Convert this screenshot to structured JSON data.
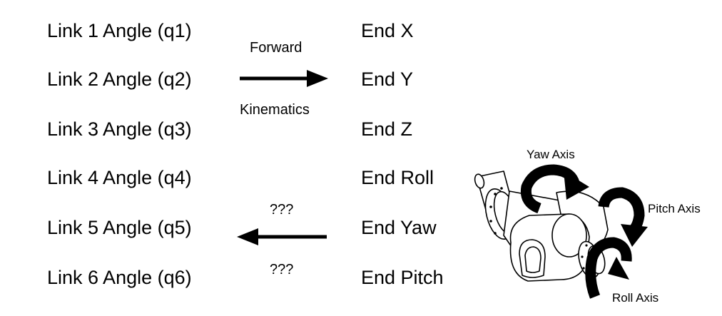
{
  "inputs": [
    {
      "label": "Link 1 Angle (q1)"
    },
    {
      "label": "Link 2 Angle (q2)"
    },
    {
      "label": "Link 3 Angle (q3)"
    },
    {
      "label": "Link 4 Angle (q4)"
    },
    {
      "label": "Link 5 Angle (q5)"
    },
    {
      "label": "Link 6 Angle (q6)"
    }
  ],
  "outputs": [
    {
      "label": "End X"
    },
    {
      "label": "End Y"
    },
    {
      "label": "End Z"
    },
    {
      "label": "End Roll"
    },
    {
      "label": "End Yaw"
    },
    {
      "label": "End Pitch"
    }
  ],
  "forward": {
    "line1": "Forward",
    "line2": "Kinematics"
  },
  "inverse": {
    "line1": "???",
    "line2": "???"
  },
  "axes": {
    "yaw": "Yaw Axis",
    "pitch": "Pitch Axis",
    "roll": "Roll Axis"
  }
}
